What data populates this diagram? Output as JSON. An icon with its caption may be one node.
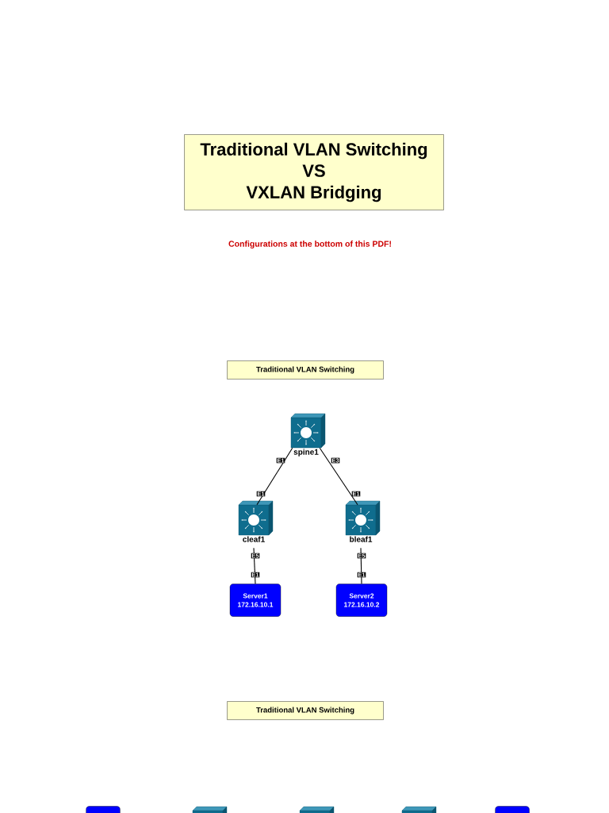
{
  "diagram": {
    "nodes": [
      {
        "text": [
          "Traditional VLAN Switching",
          "VS",
          "VXLAN Bridging"
        ]
      },
      {
        "text": [
          "Traditional VLAN Switching"
        ]
      },
      {
        "text": [
          "spine1"
        ]
      },
      {
        "text": [
          "cleaf1"
        ]
      },
      {
        "text": [
          "bleaf1"
        ]
      },
      {
        "text": [
          "Server1 172.16.10.1"
        ]
      },
      {
        "text": [
          "Server2 172.16.10.2"
        ]
      },
      {
        "text": [
          "Traditional VLAN Switching"
        ]
      },
      {
        "text": [],
        "shape": "box"
      },
      {
        "text": [],
        "shape": "switch"
      },
      {
        "text": [],
        "shape": "switch"
      },
      {
        "text": [],
        "shape": "switch"
      },
      {
        "text": [],
        "shape": "box"
      }
    ],
    "edges": [
      {
        "from": 2,
        "to": 3,
        "arrow": "none"
      },
      {
        "from": 2,
        "to": 4,
        "arrow": "none"
      },
      {
        "from": 3,
        "to": 5,
        "arrow": "none"
      },
      {
        "from": 4,
        "to": 6,
        "arrow": "none"
      }
    ],
    "labels": [
      "Configurations at the bottom of this PDF!",
      "E1",
      "E3",
      "E1",
      "E1",
      "E5",
      "E5",
      "E1",
      "E1"
    ]
  }
}
